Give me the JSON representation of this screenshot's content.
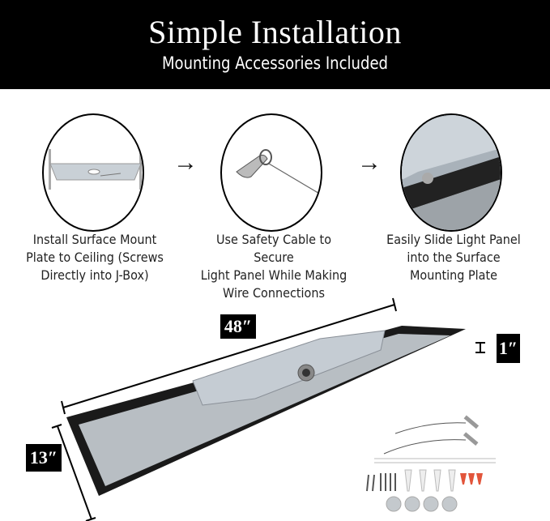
{
  "header": {
    "title": "Simple Installation",
    "subtitle": "Mounting Accessories Included"
  },
  "steps": [
    {
      "caption_lines": [
        "Install Surface Mount",
        "Plate to Ceiling (Screws",
        "Directly into J-Box)"
      ],
      "image": "mounting-plate"
    },
    {
      "caption_lines": [
        "Use Safety Cable to Secure",
        "Light Panel While Making",
        "Wire Connections"
      ],
      "image": "safety-cable"
    },
    {
      "caption_lines": [
        "Easily Slide Light Panel",
        "into the Surface",
        "Mounting Plate"
      ],
      "image": "panel-slide"
    }
  ],
  "arrows": [
    "→",
    "→"
  ],
  "dimensions": {
    "length": "48″",
    "width": "13″",
    "depth": "1″"
  },
  "accessories": [
    "safety-cables",
    "cable-ties",
    "screws",
    "drywall-anchors",
    "plastic-anchors",
    "washers"
  ]
}
